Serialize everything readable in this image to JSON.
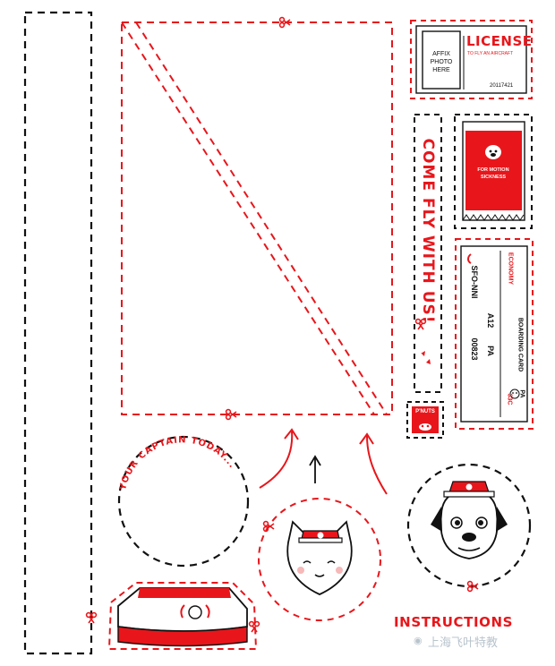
{
  "colors": {
    "red": "#e8161b",
    "black": "#111111",
    "paper": "#ffffff"
  },
  "license": {
    "photo_lines": [
      "AFFIX",
      "PHOTO",
      "HERE"
    ],
    "title": "LICENSE",
    "subtitle": "TO FLY AN AIRCRAFT",
    "number": "20117421"
  },
  "sickness_bag": {
    "lines": [
      "FOR MOTION",
      "SICKNESS"
    ]
  },
  "banner": {
    "text": "COME FLY WITH US!"
  },
  "nuts": {
    "label": "P'NUTS"
  },
  "boarding_pass": {
    "economy": "ECONOMY",
    "boarding": "BOARDING CARD",
    "route": "SFO-NNI",
    "flight": "A12",
    "airline": "PA",
    "gate": "00823",
    "seat": "33C",
    "brand": "PA"
  },
  "badge_arc": {
    "text": "YOUR CAPTAIN TODAY..."
  },
  "instructions": {
    "text": "INSTRUCTIONS"
  },
  "watermark": {
    "text": "上海飞叶特教"
  }
}
